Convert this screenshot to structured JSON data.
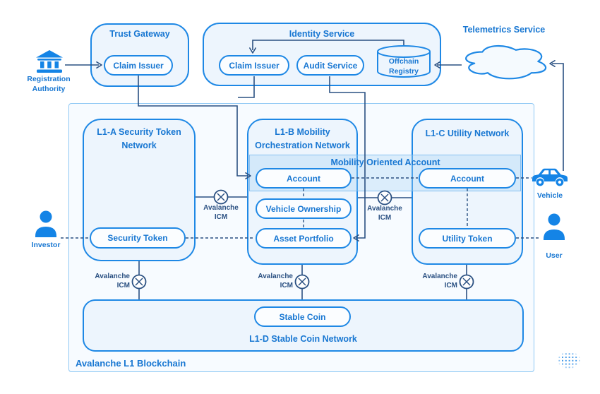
{
  "colors": {
    "accent": "#1e88e5",
    "navy": "#2a5082",
    "text_blue": "#1877d2"
  },
  "trust_gateway": {
    "title": "Trust Gateway",
    "claim_issuer": "Claim Issuer"
  },
  "identity": {
    "title": "Identity Service",
    "claim_issuer": "Claim Issuer",
    "audit_service": "Audit Service",
    "offchain_registry": "Offchain Registry"
  },
  "telemetrics": {
    "title": "Telemetrics Service"
  },
  "actors": {
    "registration_authority": "Registration Authority",
    "investor": "Investor",
    "user": "User",
    "vehicle": "Vehicle"
  },
  "chain": {
    "title": "Avalanche L1 Blockchain",
    "l1a": {
      "title": "L1-A Security Token Network",
      "security_token": "Security Token"
    },
    "l1b": {
      "title": "L1-B Mobility Orchestration Network",
      "account": "Account",
      "vehicle_ownership": "Vehicle Ownership",
      "asset_portfolio": "Asset Portfolio"
    },
    "l1c": {
      "title": "L1-C Utility Network",
      "account": "Account",
      "utility_token": "Utility Token"
    },
    "l1d": {
      "title": "L1-D Stable Coin Network",
      "stable_coin": "Stable Coin"
    },
    "moa": {
      "label": "Mobility Oriented Account"
    }
  },
  "icm": {
    "line1": "Avalanche",
    "line2": "ICM"
  }
}
